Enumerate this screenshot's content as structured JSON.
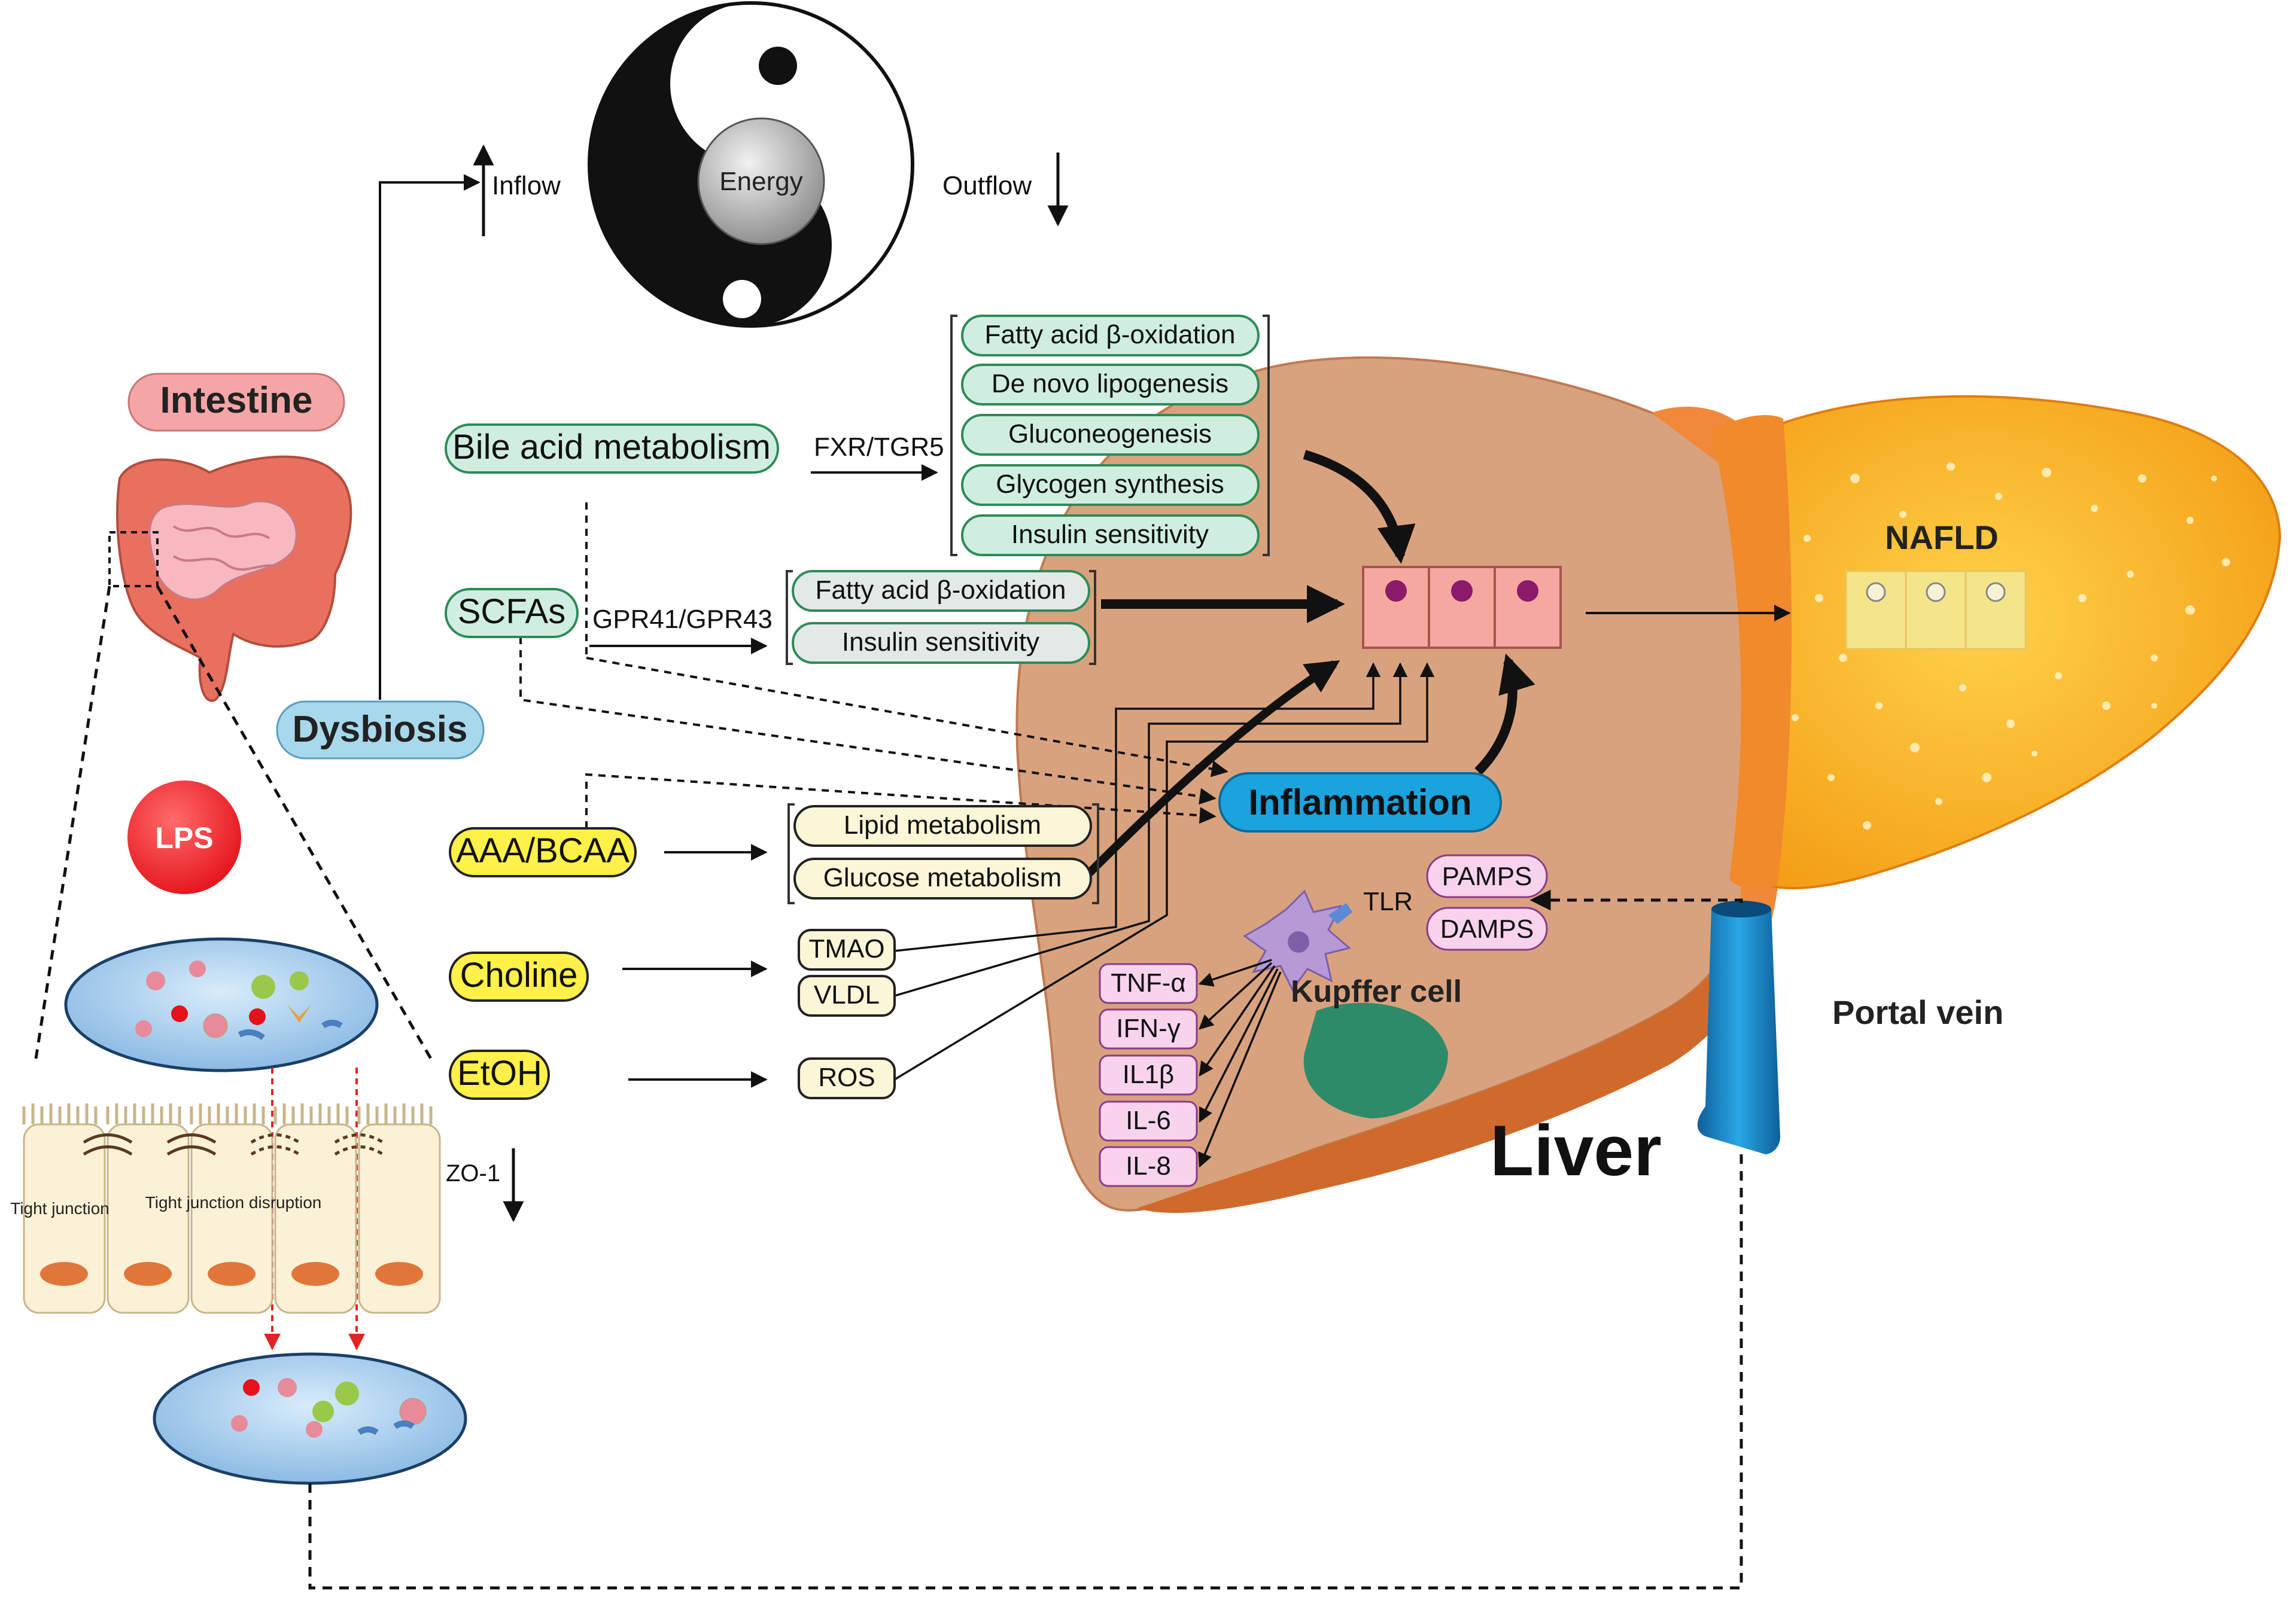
{
  "energy": {
    "center": "Energy",
    "inflow": "Inflow",
    "outflow": "Outflow"
  },
  "intestine": {
    "title": "Intestine",
    "dysbiosis": "Dysbiosis",
    "lps": "LPS",
    "tight_junction": "Tight junction",
    "tight_junction_disruption": "Tight junction disruption",
    "zo1": "ZO-1"
  },
  "pathways": {
    "bile_acid": "Bile acid metabolism",
    "fxr_tgr5": "FXR/TGR5",
    "scfas": "SCFAs",
    "gpr": "GPR41/GPR43",
    "aaa_bcaa": "AAA/BCAA",
    "choline": "Choline",
    "etoh": "EtOH"
  },
  "bile_effects": [
    "Fatty acid β-oxidation",
    "De novo lipogenesis",
    "Gluconeogenesis",
    "Glycogen synthesis",
    "Insulin sensitivity"
  ],
  "scfa_effects": [
    "Fatty acid β-oxidation",
    "Insulin sensitivity"
  ],
  "aa_effects": [
    "Lipid metabolism",
    "Glucose metabolism"
  ],
  "choline_products": [
    "TMAO",
    "VLDL"
  ],
  "etoh_products": [
    "ROS"
  ],
  "liver": {
    "title": "Liver",
    "inflammation": "Inflammation",
    "nafld": "NAFLD",
    "portal_vein": "Portal vein",
    "kupffer": "Kupffer cell",
    "tlr": "TLR",
    "pamps": "PAMPS",
    "damps": "DAMPS",
    "cytokines": [
      "TNF-α",
      "IFN-γ",
      "IL1β",
      "IL-6",
      "IL-8"
    ]
  },
  "colors": {
    "intestine_pill": "#f4a6a6",
    "dysbiosis_pill": "#a8d8ec",
    "green_pill": "#cfeee0",
    "green_stroke": "#2e8b57",
    "yellow_pill": "#fff04a",
    "cream_pill": "#fbf6d6",
    "inflammation": "#1ba3dd",
    "cytokine_pill": "#f8d3ee",
    "liver_body": "#d9a27e",
    "liver_fatty": "#f6b52c",
    "portal_vein": "#1f8fd0"
  }
}
